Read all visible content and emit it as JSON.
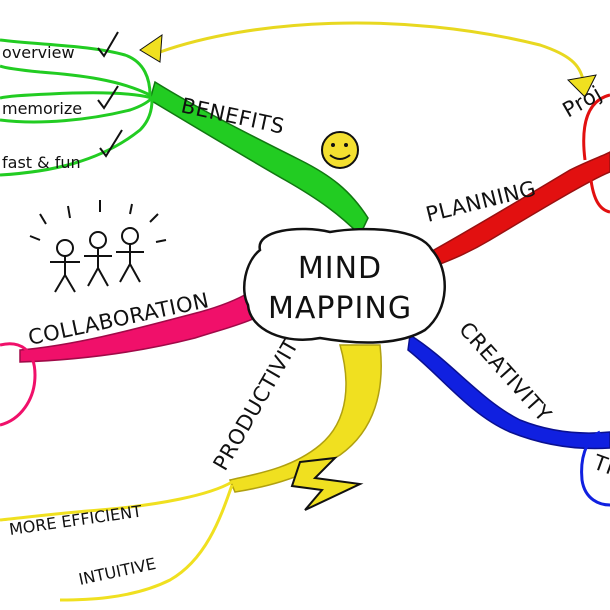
{
  "center": {
    "line1": "MIND",
    "line2": "MAPPING"
  },
  "branches": {
    "benefits": {
      "label": "BENEFITS",
      "color": "#22cc22",
      "items": [
        "overview",
        "memorize",
        "fast & fun"
      ]
    },
    "planning": {
      "label": "PLANNING",
      "color": "#e21010",
      "items": [
        "Proj"
      ]
    },
    "collaboration": {
      "label": "COLLABORATION",
      "color": "#f0106a"
    },
    "productivity": {
      "label": "PRODUCTIVITY",
      "color": "#f0e020",
      "items": [
        "MORE EFFICIENT",
        "INTUITIVE"
      ]
    },
    "creativity": {
      "label": "CREATIVITY",
      "color": "#1020e0",
      "items": [
        "TH"
      ]
    }
  },
  "icons": [
    "smiley-icon",
    "stick-figures-icon",
    "lightning-icon",
    "checkmark-icon"
  ]
}
